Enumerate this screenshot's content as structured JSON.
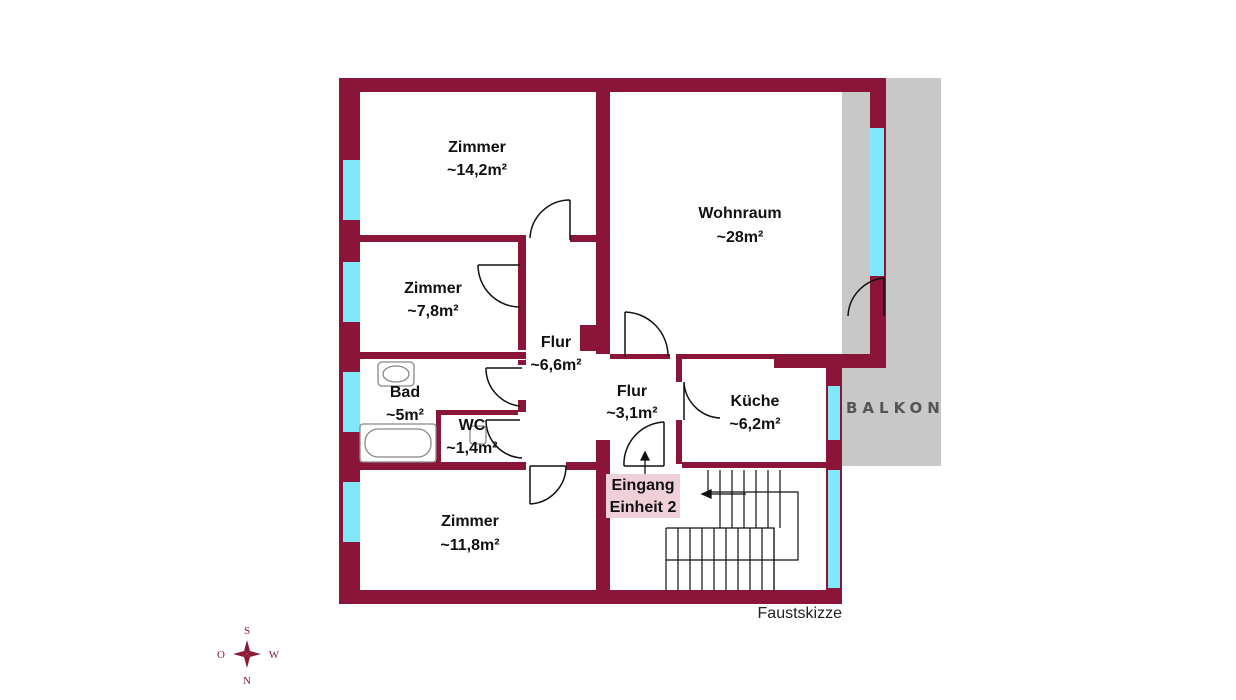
{
  "colors": {
    "wall": "#8b1538",
    "window": "#80e8f8",
    "balcony": "#c8c8c8",
    "entrance_label_bg": "#f0d0d8",
    "compass": "#8b1a36"
  },
  "rooms": {
    "zimmer_top": {
      "name": "Zimmer",
      "area": "~14,2m²"
    },
    "wohnraum": {
      "name": "Wohnraum",
      "area": "~28m²"
    },
    "zimmer_mid": {
      "name": "Zimmer",
      "area": "~7,8m²"
    },
    "flur_left": {
      "name": "Flur",
      "area": "~6,6m²"
    },
    "flur_center": {
      "name": "Flur",
      "area": "~3,1m²"
    },
    "bad": {
      "name": "Bad",
      "area": "~5m²"
    },
    "wc": {
      "name": "WC",
      "area": "~1,4m²"
    },
    "kueche": {
      "name": "Küche",
      "area": "~6,2m²"
    },
    "zimmer_bottom": {
      "name": "Zimmer",
      "area": "~11,8m²"
    }
  },
  "balkon_label": "BALKON",
  "entrance": {
    "line1": "Eingang",
    "line2": "Einheit 2"
  },
  "note": "Faustskizze",
  "compass": {
    "top": "S",
    "bottom": "N",
    "left": "O",
    "right": "W"
  }
}
